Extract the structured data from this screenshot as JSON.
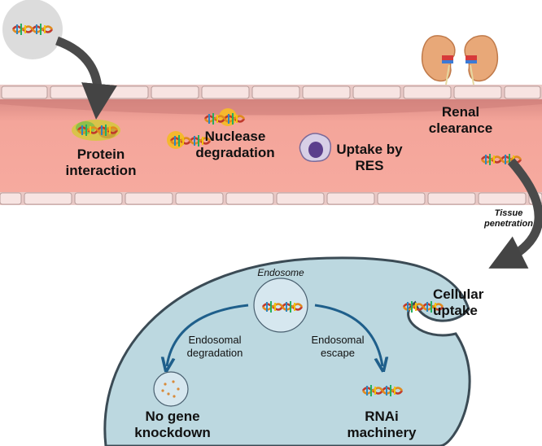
{
  "labels": {
    "protein_interaction": "Protein\ninteraction",
    "nuclease_degradation": "Nuclease\ndegradation",
    "uptake_by_res": "Uptake by\nRES",
    "renal_clearance": "Renal\nclearance",
    "tissue_penetration": "Tissue\npenetration",
    "cellular_uptake": "Cellular\nuptake",
    "endosome": "Endosome",
    "endosomal_degradation": "Endosomal\ndegradation",
    "endosomal_escape": "Endosomal\nescape",
    "no_gene_knockdown": "No gene\nknockdown",
    "rnai_machinery": "RNAi\nmachinery"
  },
  "colors": {
    "vessel_lumen": "#f4a59a",
    "vessel_wall_cell": "#f7e4e2",
    "cell_cytoplasm": "#bcd8e0",
    "endosome": "#d6e7ef",
    "arrow": "#444444",
    "inner_arrow": "#1f5f8b"
  }
}
